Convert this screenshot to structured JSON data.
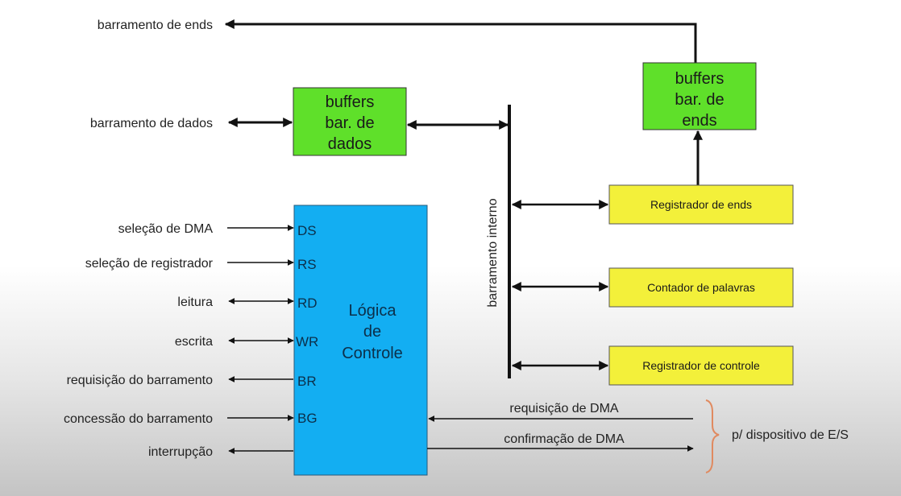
{
  "labels": {
    "addr_bus": "barramento de ends",
    "data_bus": "barramento de dados",
    "internal_bus": "barramento interno",
    "dma_select": "seleção de DMA",
    "reg_select": "seleção de registrador",
    "read": "leitura",
    "write": "escrita",
    "bus_request": "requisição do barramento",
    "bus_grant": "concessão do barramento",
    "interrupt": "interrupção",
    "dma_request": "requisição de DMA",
    "dma_ack": "confirmação de DMA",
    "io_device": "p/ dispositivo de E/S"
  },
  "boxes": {
    "data_buffers": [
      "buffers",
      "bar. de",
      "dados"
    ],
    "addr_buffers": [
      "buffers",
      "bar. de",
      "ends"
    ],
    "control_logic": [
      "Lógica",
      "de",
      "Controle"
    ],
    "addr_register": "Registrador de ends",
    "word_counter": "Contador de palavras",
    "control_register": "Registrador de controle"
  },
  "pins": [
    "DS",
    "RS",
    "RD",
    "WR",
    "BR",
    "BG"
  ],
  "colors": {
    "green": "#5fe02a",
    "yellow": "#f3f03a",
    "blue": "#13aef2",
    "brace": "#e08a60"
  }
}
